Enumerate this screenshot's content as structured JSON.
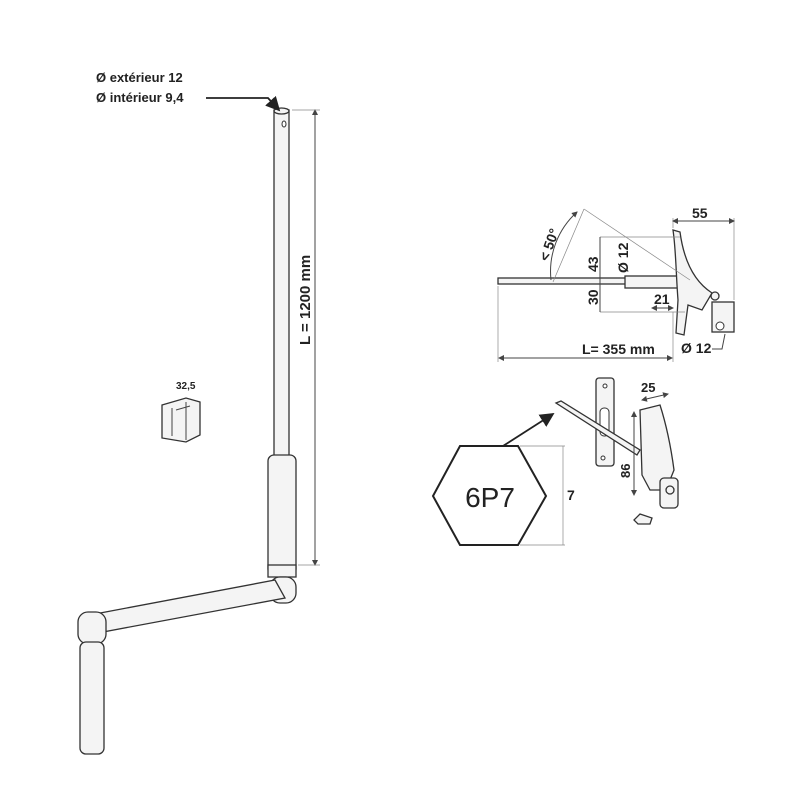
{
  "crank": {
    "outer_diameter_label": "Ø extérieur 12",
    "inner_diameter_label": "Ø intérieur 9,4",
    "length_label": "L = 1200 mm",
    "clip_width_label": "32,5"
  },
  "bracket_top": {
    "angle_label": "< 50°",
    "dim_55": "55",
    "dim_43": "43",
    "dim_30": "30",
    "dim_21": "21",
    "diameter_rod": "Ø 12",
    "diameter_joint": "Ø 12",
    "length_label": "L= 355 mm"
  },
  "bracket_bottom": {
    "hex_label": "6P7",
    "hex_dim": "7",
    "dim_25": "25",
    "dim_86": "86"
  }
}
